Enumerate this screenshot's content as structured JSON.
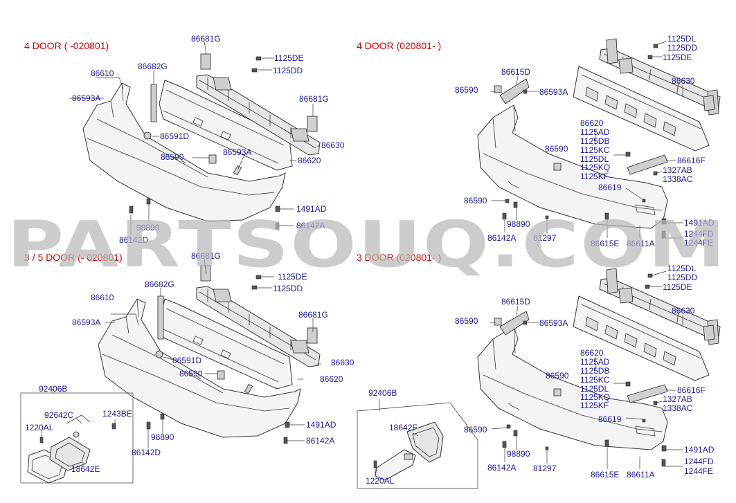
{
  "watermark": "PARTSOUQ.COM",
  "sections": {
    "s1": {
      "title": "4 DOOR ( -020801)",
      "labels": [
        "86681G",
        "1125DE",
        "1125DD",
        "86682G",
        "86610",
        "86593A",
        "86681G",
        "86591D",
        "86630",
        "86590",
        "86593A",
        "86620",
        "1491AD",
        "98890",
        "86142A",
        "86142D"
      ]
    },
    "s2": {
      "title": "4 DOOR (020801- )",
      "labels": [
        "1125DL",
        "1125DD",
        "1125DE",
        "86615D",
        "86590",
        "86593A",
        "86630",
        "86620",
        "1125AD",
        "1125DB",
        "86590",
        "1125KC",
        "1125DL",
        "86616F",
        "1125KQ",
        "1327AB",
        "1125KF",
        "1338AC",
        "86619",
        "86590",
        "1491AD",
        "98890",
        "86142A",
        "81297",
        "86615E",
        "86611A",
        "1244FD",
        "1244FE"
      ]
    },
    "s3": {
      "title": "3 / 5 DOOR (- 020801)",
      "labels": [
        "86681G",
        "1125DE",
        "1125DD",
        "86682G",
        "86610",
        "86593A",
        "86681G",
        "86591D",
        "86630",
        "86590",
        "86620",
        "92406B",
        "92642C",
        "1243BE",
        "1220AL",
        "1491AD",
        "98890",
        "86142A",
        "18642E",
        "86142D"
      ]
    },
    "s4": {
      "title": "3 DOOR (020801- )",
      "labels": [
        "1125DL",
        "1125DD",
        "1125DE",
        "86615D",
        "86590",
        "86593A",
        "86630",
        "86620",
        "1125AD",
        "1125DB",
        "86590",
        "1125KC",
        "1125DL",
        "86616F",
        "1125KQ",
        "1327AB",
        "1125KF",
        "1338AC",
        "86619",
        "92406B",
        "18642F",
        "86590",
        "1491AD",
        "98890",
        "86142A",
        "81297",
        "86615E",
        "86611A",
        "1244FD",
        "1244FE",
        "1220AL"
      ]
    }
  },
  "icons": [
    "bumper-cover",
    "bumper-beam",
    "energy-absorber",
    "bracket",
    "clip",
    "screw",
    "bolt",
    "rear-reflector-lamp"
  ]
}
